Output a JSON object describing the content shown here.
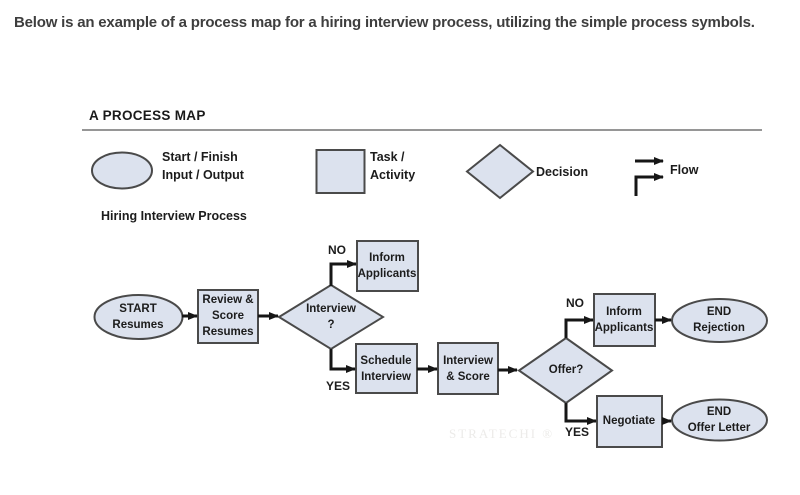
{
  "intro": {
    "text": "Below is an example of a process map for a hiring interview process, utilizing the simple process symbols."
  },
  "header": {
    "title": "A PROCESS MAP"
  },
  "legend": {
    "start_finish": "Start / Finish\nInput / Output",
    "task": "Task /\nActivity",
    "decision": "Decision",
    "flow": "Flow"
  },
  "diagram": {
    "title": "Hiring Interview Process",
    "nodes": {
      "start": "START\nResumes",
      "review": "Review &\nScore\nResumes",
      "interview_decision": "Interview\n?",
      "inform_top": "Inform\nApplicants",
      "schedule": "Schedule\nInterview",
      "interview_score": "Interview\n& Score",
      "offer_decision": "Offer?",
      "inform_right": "Inform\nApplicants",
      "end_rejection": "END\nRejection",
      "negotiate": "Negotiate",
      "end_offer": "END\nOffer Letter"
    },
    "edge_labels": {
      "no1": "NO",
      "yes1": "YES",
      "no2": "NO",
      "yes2": "YES"
    }
  },
  "watermark": {
    "text": "STRATECHI ®"
  },
  "colors": {
    "shape_fill": "#dce2ee",
    "shape_stroke": "#4a4a4a",
    "arrow": "#161616",
    "header_rule": "#969696",
    "node_text": "#1c1c1c",
    "intro_text": "#3e3e3e",
    "watermark": "#ecebe9"
  }
}
